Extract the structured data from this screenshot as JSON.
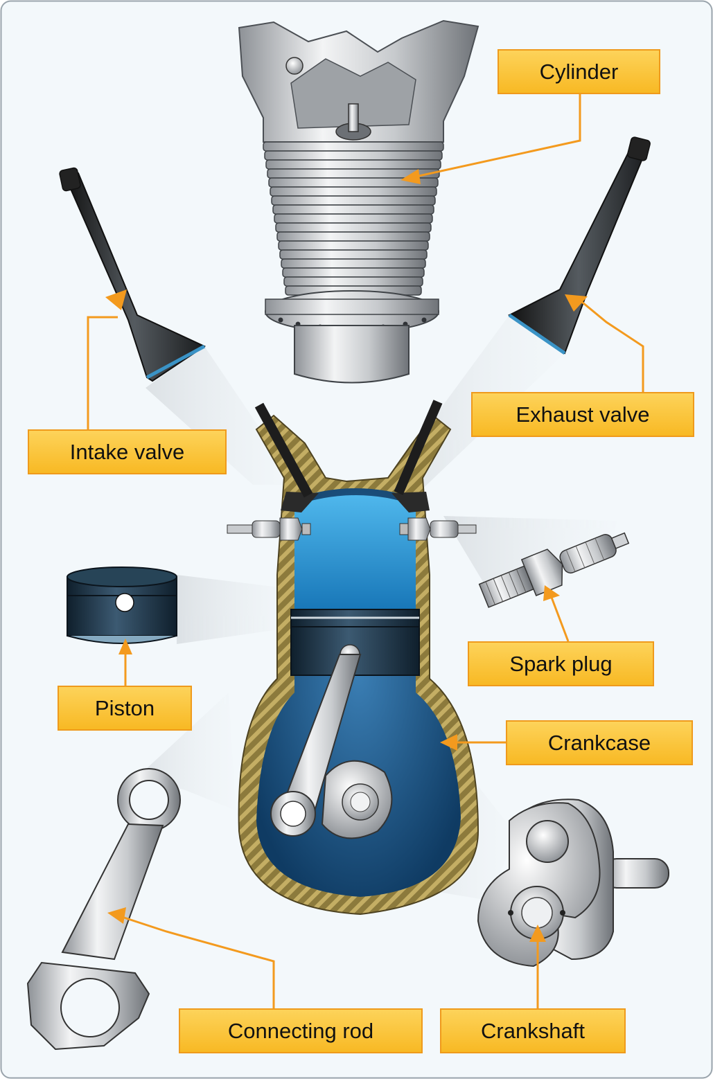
{
  "labels": {
    "cylinder": "Cylinder",
    "exhaust_valve": "Exhaust valve",
    "intake_valve": "Intake valve",
    "spark_plug": "Spark plug",
    "piston": "Piston",
    "crankcase": "Crankcase",
    "connecting_rod": "Connecting rod",
    "crankshaft": "Crankshaft"
  },
  "colors": {
    "background": "#f3f8fb",
    "callout_fill": "#fcc93f",
    "callout_border": "#ef9a1c",
    "leader_line": "#f39a1e",
    "metal": "#c9ccd0",
    "case_wall": "#8c7a3c",
    "combustion_chamber": "#1f8fd0",
    "crankcase_interior": "#1c5b8c",
    "piston": "#1f3c52"
  }
}
